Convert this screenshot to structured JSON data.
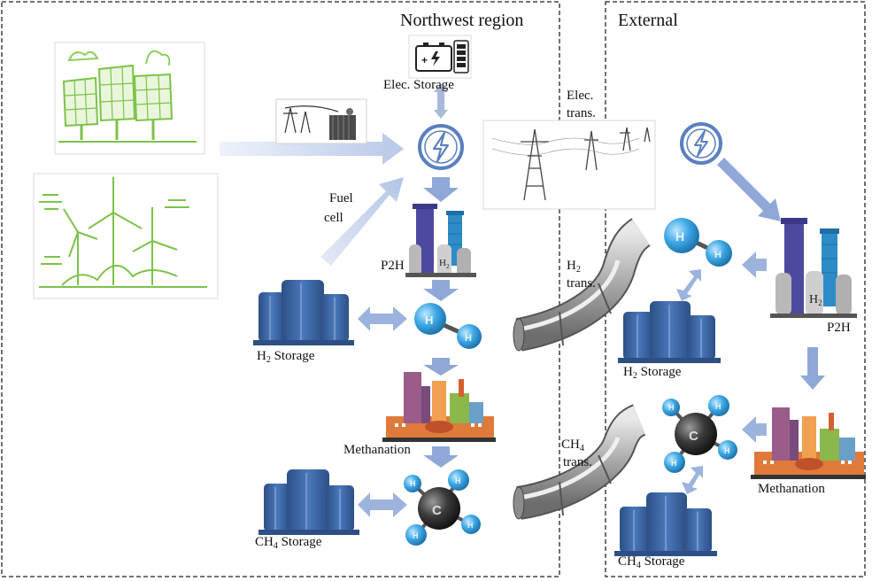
{
  "regions": {
    "northwest": {
      "title": "Northwest region"
    },
    "external": {
      "title": "External"
    }
  },
  "labels": {
    "elec_storage": "Elec. Storage",
    "fuel_cell_line1": "Fuel",
    "fuel_cell_line2": "cell",
    "p2h_left": "P2H",
    "h2_storage_main": "H",
    "h2_storage_sub": "2",
    "h2_storage_rest": " Storage",
    "methanation_left": "Methanation",
    "ch4_storage_main": "CH",
    "ch4_storage_sub": "4",
    "ch4_storage_rest": " Storage",
    "elec_trans_line1": "Elec.",
    "elec_trans_line2": "trans.",
    "h2_trans_main": "H",
    "h2_trans_sub": "2",
    "h2_trans_line2": "trans.",
    "ch4_trans_main": "CH",
    "ch4_trans_sub": "4",
    "ch4_trans_line2": "trans.",
    "p2h_right": "P2H",
    "methanation_right": "Methanation",
    "h2_storage_ext_main": "H",
    "h2_storage_ext_sub": "2",
    "h2_storage_ext_rest": " Storage",
    "ch4_storage_ext_main": "CH",
    "ch4_storage_ext_sub": "4",
    "ch4_storage_ext_rest": " Storage",
    "tank_letter": "H",
    "tank_letter_sub": "2",
    "atom_h": "H",
    "atom_c": "C"
  },
  "colors": {
    "arrow": "#9bb3de",
    "arrow_light": "#dbe3f3",
    "tank": "#3f68a8",
    "tank_dark": "#2d4f86",
    "h_atom": "#3ea8e6",
    "c_atom": "#333333",
    "green": "#7dc24a",
    "p2h_purple": "#4c4aa0",
    "p2h_blue": "#2d8cc8"
  },
  "icons": [
    "solar-panel-icon",
    "wind-turbine-icon",
    "transformer-icon",
    "battery-icon",
    "lightning-bolt-icon",
    "power-tower-icon",
    "hydrogen-molecule-icon",
    "methane-molecule-icon",
    "storage-tank-icon",
    "factory-icon",
    "pipeline-icon",
    "p2h-plant-icon"
  ]
}
